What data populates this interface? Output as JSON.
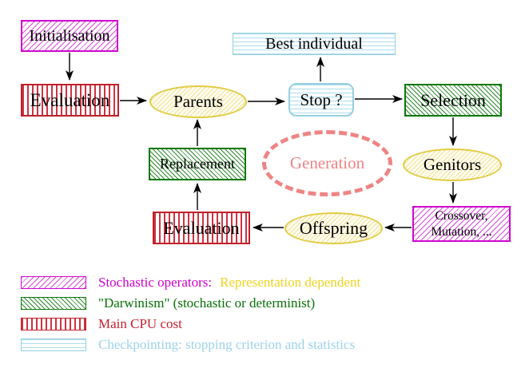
{
  "diagram": {
    "title_semantic": "Evolutionary algorithm generation loop",
    "nodes": {
      "initialisation": "Initialisation",
      "evaluation_top": "Evaluation",
      "best_individual": "Best individual",
      "parents": "Parents",
      "stop": "Stop ?",
      "selection": "Selection",
      "genitors": "Genitors",
      "crossover_line1": "Crossover,",
      "crossover_line2": "Mutation, ...",
      "offspring": "Offspring",
      "evaluation_bottom": "Evaluation",
      "replacement": "Replacement",
      "generation": "Generation"
    },
    "colors": {
      "magenta": "#cc00cc",
      "red": "#c51f30",
      "green": "#0a770a",
      "light_blue": "#9cd2ea",
      "yellow_gold": "#eed31e",
      "ellipse_yellow_border": "#e2cb42",
      "salmon_dashed": "#ee8484",
      "arrow_black": "#000000"
    },
    "legend": {
      "rows": [
        {
          "swatch": "magenta-diagonal-hatch",
          "label_a": "Stochastic operators:",
          "label_b": "Representation dependent"
        },
        {
          "swatch": "green-diagonal-hatch",
          "label": "\"Darwinism\" (stochastic or determinist)"
        },
        {
          "swatch": "red-vertical-stripes",
          "label": "Main CPU cost"
        },
        {
          "swatch": "blue-horizontal-stripes",
          "label": "Checkpointing: stopping criterion and statistics"
        }
      ]
    }
  }
}
